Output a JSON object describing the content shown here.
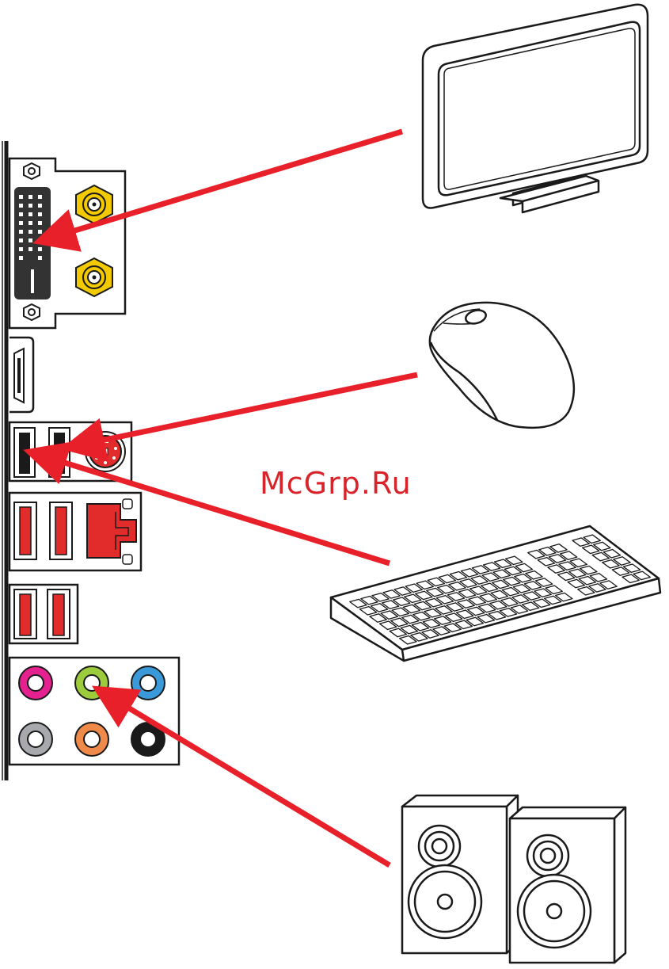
{
  "watermark": {
    "text": "McGrp.Ru",
    "color": "#d9232b"
  },
  "colors": {
    "arrow": "#e8202a",
    "outline": "#1a1a1a",
    "usb_red": "#e22b2b",
    "rf_gold": "#f3c900",
    "audio_pink": "#e4218f",
    "audio_green": "#9ccb3b",
    "audio_blue": "#3a9ad9",
    "audio_gray": "#a7a9ac",
    "audio_orange": "#f08a4b",
    "audio_black": "#1a1a1a"
  },
  "devices": [
    {
      "id": "monitor",
      "icon": "monitor-icon"
    },
    {
      "id": "mouse",
      "icon": "mouse-icon"
    },
    {
      "id": "keyboard",
      "icon": "keyboard-icon"
    },
    {
      "id": "speakers",
      "icon": "speakers-icon"
    }
  ],
  "ports": [
    {
      "id": "dvi",
      "icon": "dvi-port-icon"
    },
    {
      "id": "antenna",
      "icon": "antenna-port-icon"
    },
    {
      "id": "hdmi",
      "icon": "hdmi-port-icon"
    },
    {
      "id": "usb2",
      "icon": "usb-port-icon"
    },
    {
      "id": "ps2",
      "icon": "ps2-port-icon"
    },
    {
      "id": "usb3",
      "icon": "usb3-port-icon"
    },
    {
      "id": "lan",
      "icon": "lan-port-icon"
    },
    {
      "id": "audio",
      "icon": "audio-jack-icon"
    }
  ]
}
